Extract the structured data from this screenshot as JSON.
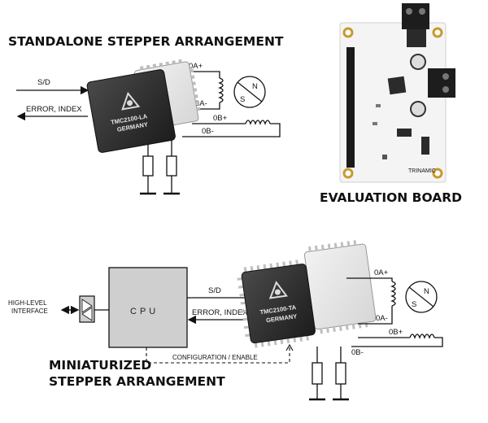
{
  "top": {
    "title": "STANDALONE STEPPER ARRANGEMENT",
    "sd_label": "S/D",
    "error_label": "ERROR, INDEX",
    "chip_line1": "TMC2100-LA",
    "chip_line2": "GERMANY",
    "coil_a_plus": "0A+",
    "coil_a_minus": "0A-",
    "coil_b_plus": "0B+",
    "coil_b_minus": "0B-",
    "motor_n": "N",
    "motor_s": "S"
  },
  "board": {
    "title": "EVALUATION BOARD",
    "logo_text": "TRINAMIC"
  },
  "bottom": {
    "title_line1": "MINIATURIZED",
    "title_line2": "STEPPER ARRANGEMENT",
    "interface_line1": "HIGH-LEVEL",
    "interface_line2": "INTERFACE",
    "cpu_label": "CPU",
    "sd_label": "S/D",
    "error_label": "ERROR, INDEX",
    "config_label": "CONFIGURATION / ENABLE",
    "chip_line1": "TMC2100-TA",
    "chip_line2": "GERMANY",
    "coil_a_plus": "0A+",
    "coil_a_minus": "0A-",
    "coil_b_plus": "0B+",
    "coil_b_minus": "0B-",
    "motor_n": "N",
    "motor_s": "S"
  }
}
